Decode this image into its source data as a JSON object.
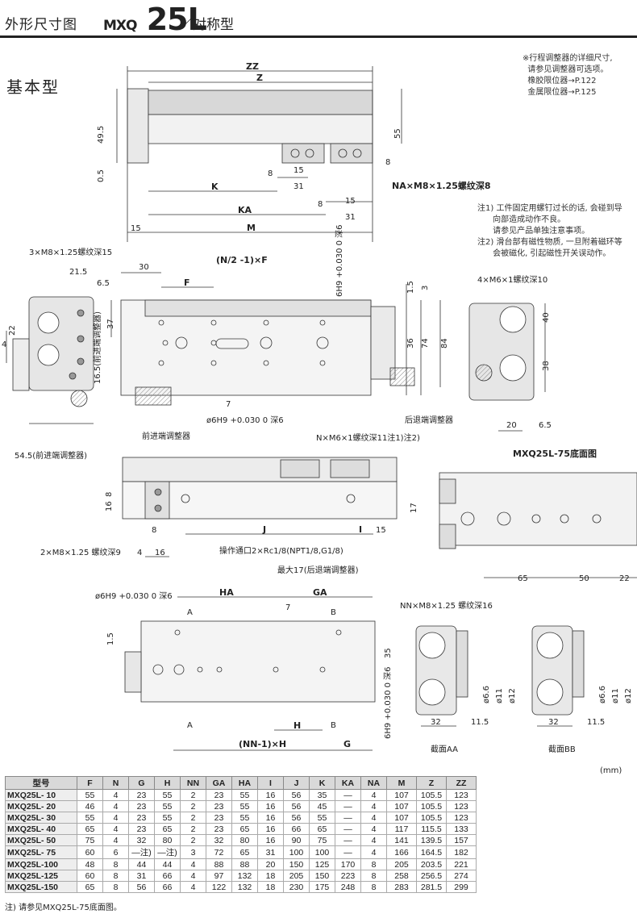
{
  "header": {
    "title": "外形尺寸图",
    "model": "MXQ",
    "size": "25L",
    "type": "／对称型"
  },
  "section_title": "基本型",
  "notes_top": [
    "※行程调整器的详细尺寸,",
    "  请参见调整器可选项。",
    "  橡胶限位器→P.122",
    "  金属限位器→P.125"
  ],
  "notes_side": [
    "注1) 工件固定用螺钉过长的话, 会碰到导",
    "      向部造成动作不良。",
    "      请参见产品单独注意事项。",
    "注2) 滑台部有磁性物质, 一旦附着磁环等",
    "      会被磁化, 引起磁性开关误动作。"
  ],
  "labels": {
    "zz": "ZZ",
    "z": "Z",
    "k": "K",
    "ka": "KA",
    "m": "M",
    "d49_5": "49.5",
    "d0_5": "0.5",
    "d55": "55",
    "d8a": "8",
    "d15a": "15",
    "d31a": "31",
    "d8b": "8",
    "d15b": "15",
    "d31b": "31",
    "d8c": "8",
    "d15c": "15",
    "na": "NA×M8×1.25螺纹深8",
    "m8_15": "3×M8×1.25螺纹深15",
    "d21_5": "21.5",
    "d6_5a": "6.5",
    "d22": "22",
    "d4": "4",
    "d30": "30",
    "f": "F",
    "nf": "(N/2 -1)×F",
    "d37": "37",
    "d16_5": "16.5(前进端调整器)",
    "h9a": "6H9 +0.030 0 深6",
    "d1_5": "1.5",
    "d3": "3",
    "d36": "36",
    "d74": "74",
    "d84": "84",
    "d7": "7",
    "h9b": "ø6H9 +0.030 0 深6",
    "front_adj": "前进端调整器",
    "nm6": "N×M6×1螺纹深11注1)注2)",
    "rear_adj": "后退端调整器",
    "d54_5": "54.5(前进端调整器)",
    "m6_10": "4×M6×1螺纹深10",
    "d40": "40",
    "d38": "38",
    "d20": "20",
    "d6_5b": "6.5",
    "bottom_title": "MXQ25L-75底面图",
    "d8_16a": "8",
    "d8_16b": "16",
    "d17": "17",
    "j": "J",
    "i": "I",
    "d15d": "15",
    "d8e": "8",
    "d2m8": "2×M8×1.25 螺纹深9",
    "d4b": "4",
    "d16": "16",
    "port": "操作通口2×Rc1/8(NPT1/8,G1/8)",
    "max17": "最大17(后退端调整器)",
    "d65": "65",
    "d50": "50",
    "d22b": "22",
    "h9c": "ø6H9 +0.030 0 深6",
    "ha": "HA",
    "ga": "GA",
    "d7b": "7",
    "a1": "A",
    "b1": "B",
    "d1_5b": "1.5",
    "d35": "35",
    "h9d": "6H9 +0.030 0 深6",
    "a2": "A",
    "b2": "B",
    "nnh": "(NN-1)×H",
    "h": "H",
    "g": "G",
    "nnm8": "NN×M8×1.25 螺纹深16",
    "d6_6a": "ø6.6",
    "d11a": "ø11",
    "d12a": "ø12",
    "d32a": "32",
    "d11_5a": "11.5",
    "d6_6b": "ø6.6",
    "d11b": "ø11",
    "d12b": "ø12",
    "d32b": "32",
    "d11_5b": "11.5",
    "sec_aa": "截面AA",
    "sec_bb": "截面BB"
  },
  "table": {
    "unit": "(mm)",
    "headers": [
      "型号",
      "F",
      "N",
      "G",
      "H",
      "NN",
      "GA",
      "HA",
      "I",
      "J",
      "K",
      "KA",
      "NA",
      "M",
      "Z",
      "ZZ"
    ],
    "rows": [
      [
        "MXQ25L- 10",
        "55",
        "4",
        "23",
        "55",
        "2",
        "23",
        "55",
        "16",
        "56",
        "35",
        "—",
        "4",
        "107",
        "105.5",
        "123"
      ],
      [
        "MXQ25L- 20",
        "46",
        "4",
        "23",
        "55",
        "2",
        "23",
        "55",
        "16",
        "56",
        "45",
        "—",
        "4",
        "107",
        "105.5",
        "123"
      ],
      [
        "MXQ25L- 30",
        "55",
        "4",
        "23",
        "55",
        "2",
        "23",
        "55",
        "16",
        "56",
        "55",
        "—",
        "4",
        "107",
        "105.5",
        "123"
      ],
      [
        "MXQ25L- 40",
        "65",
        "4",
        "23",
        "65",
        "2",
        "23",
        "65",
        "16",
        "66",
        "65",
        "—",
        "4",
        "117",
        "115.5",
        "133"
      ],
      [
        "MXQ25L- 50",
        "75",
        "4",
        "32",
        "80",
        "2",
        "32",
        "80",
        "16",
        "90",
        "75",
        "—",
        "4",
        "141",
        "139.5",
        "157"
      ],
      [
        "MXQ25L- 75",
        "60",
        "6",
        "—注)",
        "—注)",
        "3",
        "72",
        "65",
        "31",
        "100",
        "100",
        "—",
        "4",
        "166",
        "164.5",
        "182"
      ],
      [
        "MXQ25L-100",
        "48",
        "8",
        "44",
        "44",
        "4",
        "88",
        "88",
        "20",
        "150",
        "125",
        "170",
        "8",
        "205",
        "203.5",
        "221"
      ],
      [
        "MXQ25L-125",
        "60",
        "8",
        "31",
        "66",
        "4",
        "97",
        "132",
        "18",
        "205",
        "150",
        "223",
        "8",
        "258",
        "256.5",
        "274"
      ],
      [
        "MXQ25L-150",
        "65",
        "8",
        "56",
        "66",
        "4",
        "122",
        "132",
        "18",
        "230",
        "175",
        "248",
        "8",
        "283",
        "281.5",
        "299"
      ]
    ]
  },
  "footnote": "注) 请参见MXQ25L-75底面图。"
}
